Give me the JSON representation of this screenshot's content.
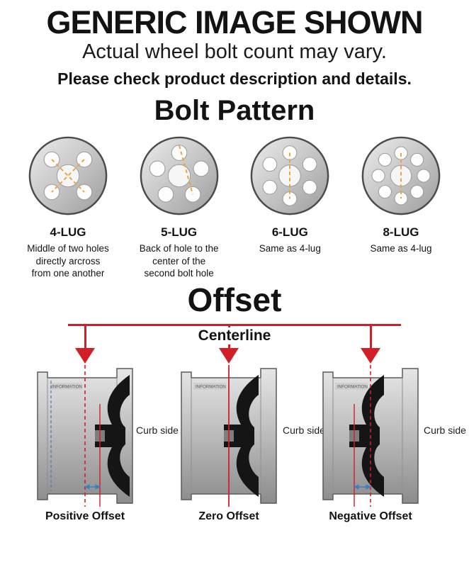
{
  "header": {
    "title": "GENERIC IMAGE SHOWN",
    "subtitle": "Actual wheel bolt count may vary.",
    "note": "Please check product description and details."
  },
  "bolt_pattern": {
    "title": "Bolt Pattern",
    "items": [
      {
        "label": "4-LUG",
        "lugs": 4,
        "description": "Middle of two holes directly arcross from one another"
      },
      {
        "label": "5-LUG",
        "lugs": 5,
        "description": "Back of hole to the center of the second bolt hole"
      },
      {
        "label": "6-LUG",
        "lugs": 6,
        "description": "Same as 4-lug"
      },
      {
        "label": "8-LUG",
        "lugs": 8,
        "description": "Same as 4-lug"
      }
    ]
  },
  "offset": {
    "title": "Offset",
    "centerline_label": "Centerline",
    "rim_stamp": "INFORMATION",
    "items": [
      {
        "label": "Positive Offset",
        "curb_label": "Curb side"
      },
      {
        "label": "Zero Offset",
        "curb_label": "Curb side"
      },
      {
        "label": "Negative Offset",
        "curb_label": "Curb side"
      }
    ]
  },
  "colors": {
    "accent_red": "#d01f26",
    "measure_orange": "#f0a03c",
    "measure_blue": "#3a7fc1",
    "wheel_gray_light": "#e9e9e9",
    "wheel_gray_dark": "#9b9b9b",
    "spoke_black": "#151515"
  }
}
